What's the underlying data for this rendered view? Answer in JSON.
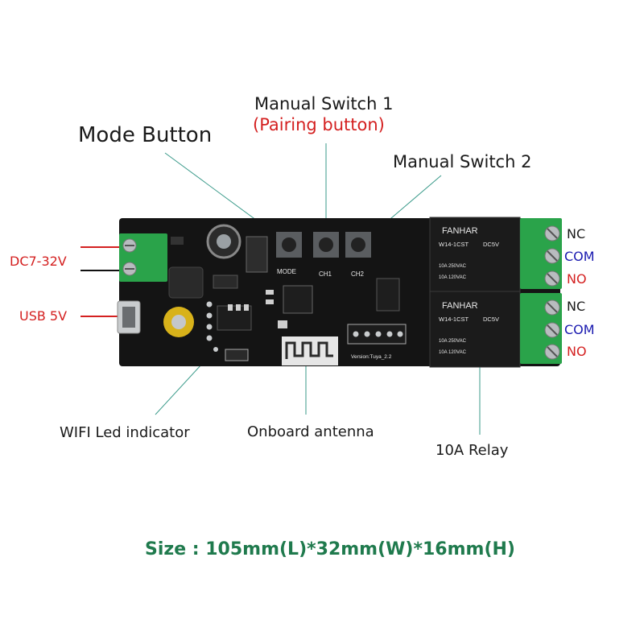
{
  "labels": {
    "manual_switch_1": "Manual Switch 1",
    "pairing_button": "(Pairing button)",
    "mode_button": "Mode Button",
    "manual_switch_2": "Manual Switch 2",
    "dc_input": "DC7-32V",
    "usb_input": "USB  5V",
    "wifi_led": "WIFI Led indicator",
    "onboard_antenna": "Onboard antenna",
    "relay": "10A Relay",
    "size": "Size : 105mm(L)*32mm(W)*16mm(H)"
  },
  "terminals": {
    "relay1": [
      "NC",
      "COM",
      "NO"
    ],
    "relay2": [
      "NC",
      "COM",
      "NO"
    ]
  },
  "board_markings": {
    "mode": "MODE",
    "ch1": "CH1",
    "ch2": "CH2",
    "relay_brand": "FANHAR",
    "relay_model": "W14-1CST",
    "relay_voltage": "DC5V",
    "relay_rating_1": "10A 250VAC",
    "relay_rating_2": "10A 120VAC",
    "version": "Version:Tuya_2.2"
  },
  "colors": {
    "red": "#d42020",
    "blue": "#1a1ab0",
    "green": "#1f7a4d",
    "pcb": "#141414",
    "terminal": "#2aa34a"
  }
}
